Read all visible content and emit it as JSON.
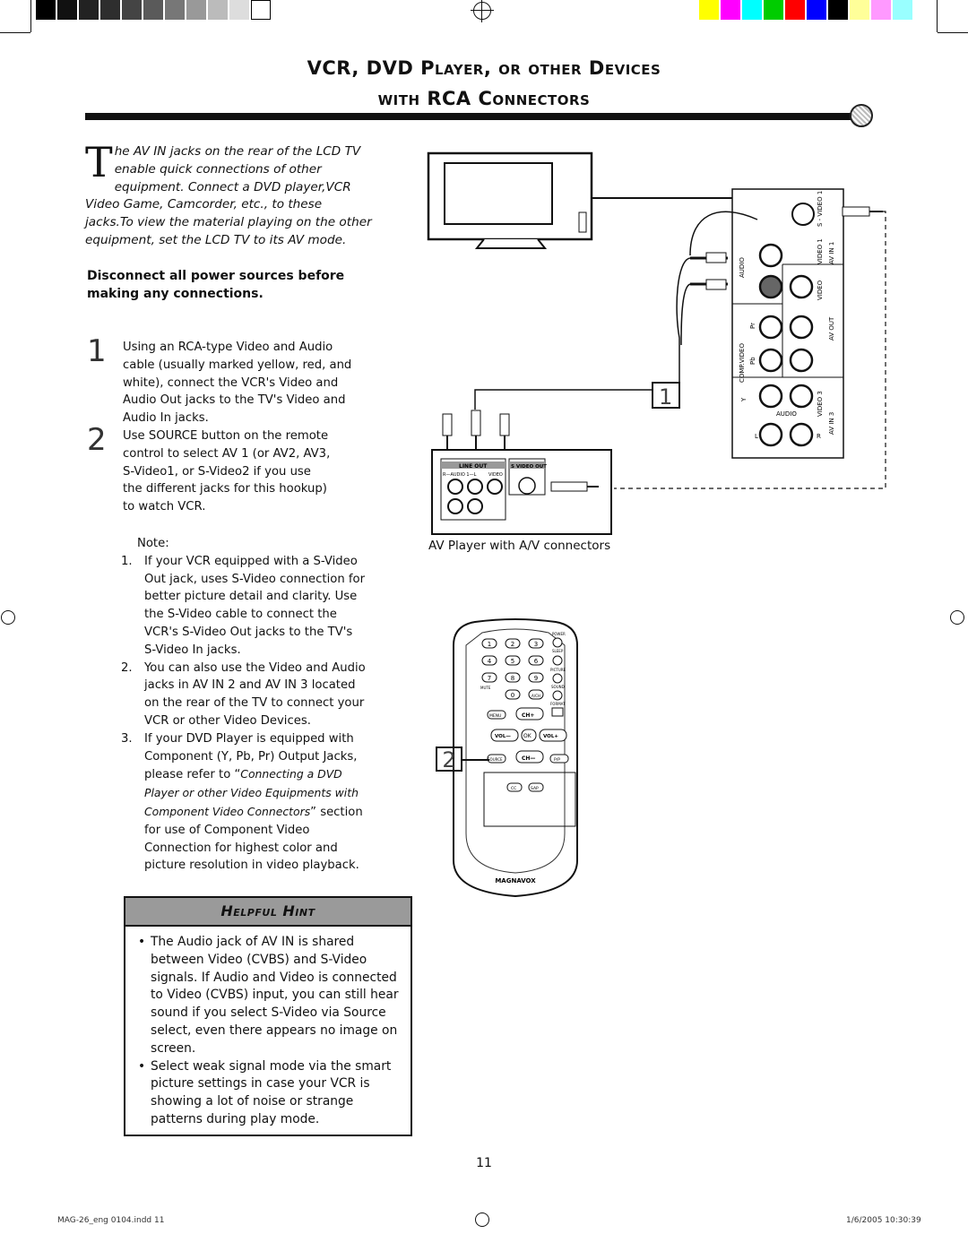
{
  "title_line1": "VCR, DVD Player, or other Devices",
  "title_line2": "with RCA Connectors",
  "intro": {
    "dropcap": "T",
    "text": "he AV IN jacks on the rear of the LCD TV enable quick connections of other equipment. Connect a DVD player,VCR Video Game, Camcorder, etc., to these jacks.To view the material playing on the other equipment, set the LCD TV to its AV mode."
  },
  "warning": "Disconnect all power sources before making any connections.",
  "steps": [
    {
      "number": "1",
      "text": "Using an RCA-type Video and Audio cable (usually marked yellow, red, and white), connect the VCR's Video and Audio Out jacks to the TV's Video and Audio In jacks."
    },
    {
      "number": "2",
      "text": "Use SOURCE button on the remote control to select AV 1 (or AV2, AV3, S-Video1, or S-Video2 if you use the different jacks for this hookup) to watch VCR."
    }
  ],
  "notes": {
    "heading": "Note:",
    "items": [
      {
        "n": "1.",
        "text": "If your VCR equipped with a S-Video Out jack, uses S-Video connection for better picture detail and clarity. Use the S-Video cable to connect the VCR's S-Video Out jacks to the TV's S-Video In jacks."
      },
      {
        "n": "2.",
        "text": "You can also use the Video and Audio jacks in AV IN 2 and AV IN 3 located on the rear of the TV to connect your VCR or other Video Devices."
      },
      {
        "n": "3.",
        "text_a": "If your DVD Player is equipped with Component (Y, Pb, Pr) Output Jacks, please refer to “",
        "text_b": "Connecting a DVD Player or other Video Equipments with Component Video Connectors",
        "text_c": "” section for use of Component Video Connection for highest color and picture resolution in video playback."
      }
    ]
  },
  "hint": {
    "heading": "Helpful Hint",
    "items": [
      "The Audio jack of AV IN is shared between Video (CVBS) and S-Video signals. If Audio and Video is connected to Video (CVBS) input, you can still hear sound if you select S-Video via Source select, even there appears no image on screen.",
      "Select weak signal mode via the smart picture settings in case your VCR is showing a lot of noise or strange patterns during play mode."
    ]
  },
  "diagram": {
    "caption": "AV Player with A/V connectors",
    "callout1": "1",
    "callout2": "2",
    "player_labels": {
      "line_out": "LINE OUT",
      "svideo_out": "S VIDEO OUT",
      "audio": "R—AUDIO 1—L",
      "video": "VIDEO"
    },
    "panel_labels": {
      "svideo1": "S - VIDEO 1",
      "video1": "VIDEO 1",
      "av_in1": "AV IN 1",
      "audio": "AUDIO",
      "l": "L",
      "r": "R",
      "video": "VIDEO",
      "comp_video": "COMP.VIDEO",
      "pr": "Pr",
      "pb": "Pb",
      "y": "Y",
      "av_out": "AV OUT",
      "video3": "VIDEO 3",
      "av_in3": "AV IN 3"
    },
    "remote": {
      "brand": "MAGNAVOX",
      "power": "POWER",
      "sleep": "SLEEP",
      "picture": "PICTURE",
      "mute": "MUTE",
      "sound": "SOUND",
      "format": "FORMAT",
      "menu": "MENU",
      "ch_up": "CH+",
      "ch_down": "CH—",
      "vol_down": "VOL—",
      "vol_up": "VOL+",
      "ok": "OK",
      "source": "SOURCE",
      "pip": "P/P",
      "cc": "CC",
      "sap": "SAP",
      "digits": [
        "1",
        "2",
        "3",
        "4",
        "5",
        "6",
        "7",
        "8",
        "9",
        "0"
      ],
      "ach": "A/CH"
    }
  },
  "page_number": "11",
  "footer_left": "MAG-26_eng 0104.indd   11",
  "footer_right": "1/6/2005   10:30:39",
  "colors": {
    "registration_bars_left": [
      "#000000",
      "#1a1a1a",
      "#333333",
      "#4d4d4d",
      "#666666",
      "#808080",
      "#999999",
      "#b3b3b3",
      "#cccccc",
      "#e6e6e6",
      "#ffffff"
    ],
    "registration_bars_right": [
      "#ffff00",
      "#ff00ff",
      "#00ffff",
      "#00cc00",
      "#ff0000",
      "#0000ff",
      "#000000",
      "#ffff99",
      "#ff99ff",
      "#99ffff"
    ],
    "hint_header": "#9a9a9a"
  }
}
